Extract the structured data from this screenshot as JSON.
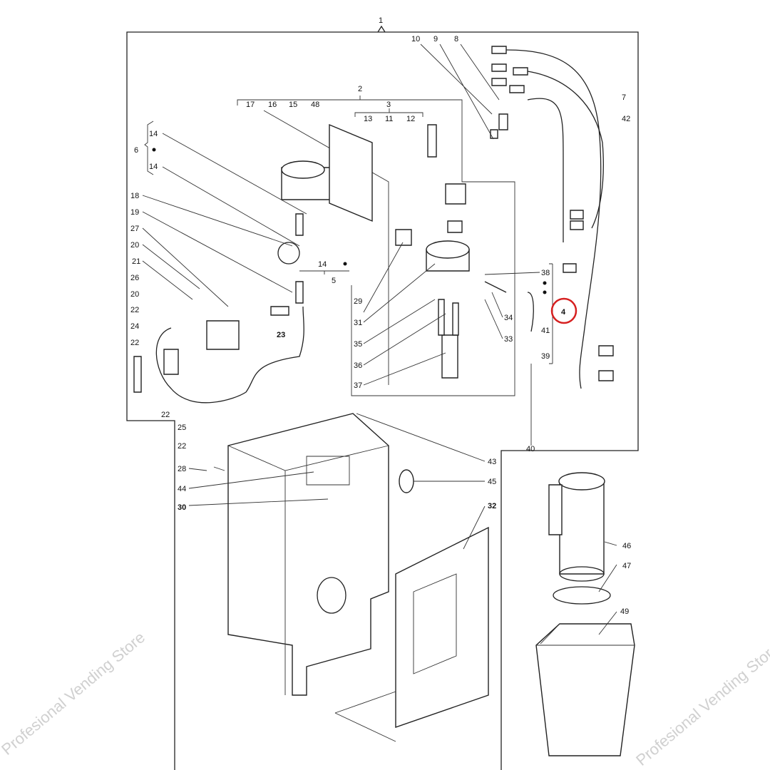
{
  "watermark": "Profesional Vending Store",
  "highlight_color": "#d62020",
  "labels": [
    "1",
    "10",
    "9",
    "8",
    "7",
    "42",
    "2",
    "3",
    "17",
    "16",
    "15",
    "48",
    "13",
    "11",
    "12",
    "6",
    "14",
    "14",
    "18",
    "19",
    "27",
    "20",
    "21",
    "26",
    "20",
    "22",
    "24",
    "22",
    "14",
    "5",
    "23",
    "22",
    "25",
    "22",
    "29",
    "31",
    "35",
    "36",
    "37",
    "38",
    "34",
    "33",
    "41",
    "39",
    "4",
    "40",
    "43",
    "28",
    "44",
    "30",
    "45",
    "32",
    "46",
    "47",
    "49"
  ]
}
